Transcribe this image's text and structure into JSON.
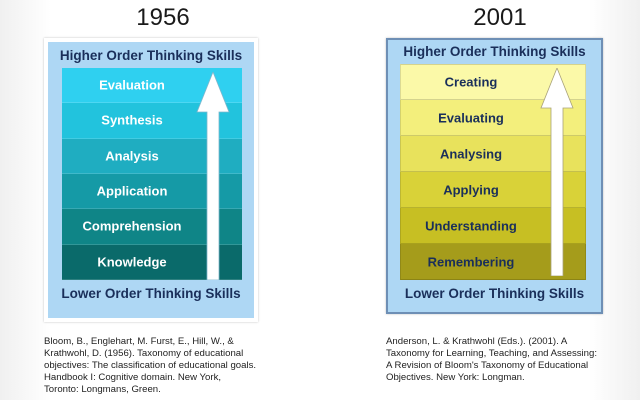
{
  "left": {
    "year": "1956",
    "header_top": "Higher Order Thinking Skills",
    "header_bottom": "Lower Order Thinking Skills",
    "levels": [
      {
        "label": "Evaluation",
        "color": "#2fd0f0"
      },
      {
        "label": "Synthesis",
        "color": "#22c3dd"
      },
      {
        "label": "Analysis",
        "color": "#1fadc1"
      },
      {
        "label": "Application",
        "color": "#159aa6"
      },
      {
        "label": "Comprehension",
        "color": "#0f8587"
      },
      {
        "label": "Knowledge",
        "color": "#0a6a6a"
      }
    ],
    "caption": [
      "Bloom, B., Englehart, M. Furst, E., Hill, W., &",
      "Krathwohl, D. (1956). Taxonomy of educational",
      "objectives: The classification of educational goals.",
      "Handbook I: Cognitive domain. New York,",
      "Toronto: Longmans, Green."
    ]
  },
  "right": {
    "year": "2001",
    "header_top": "Higher Order Thinking Skills",
    "header_bottom": "Lower Order Thinking Skills",
    "levels": [
      {
        "label": "Creating",
        "color": "#fbf9a8"
      },
      {
        "label": "Evaluating",
        "color": "#f3ef7c"
      },
      {
        "label": "Analysing",
        "color": "#e8e25c"
      },
      {
        "label": "Applying",
        "color": "#d9d238"
      },
      {
        "label": "Understanding",
        "color": "#c7bf23"
      },
      {
        "label": "Remembering",
        "color": "#a59c1b"
      }
    ],
    "caption": [
      "Anderson, L. & Krathwohl (Eds.). (2001). A",
      "Taxonomy for Learning, Teaching, and Assessing:",
      "A Revision of Bloom's Taxonomy of Educational",
      "Objectives. New York: Longman."
    ]
  },
  "colors": {
    "panel_bg": "#aed7f4",
    "header_text": "#1a2f5a",
    "arrow": "#ffffff"
  }
}
